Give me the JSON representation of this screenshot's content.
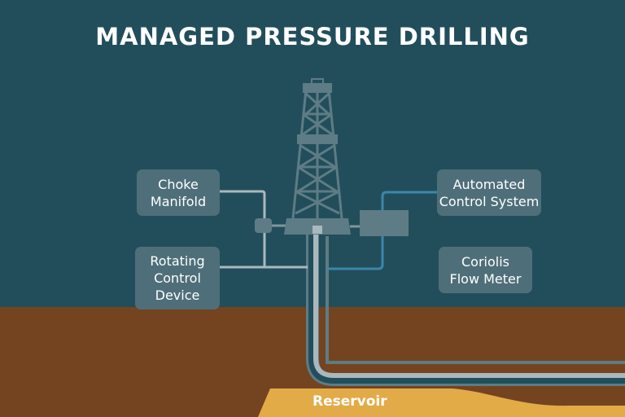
{
  "title": "MANAGED PRESSURE DRILLING",
  "labels": {
    "choke_manifold": "Choke\nManifold",
    "rotating_control_device": "Rotating\nControl\nDevice",
    "automated_control_system": "Automated\nControl System",
    "coriolis_flow_meter": "Coriolis\nFlow Meter",
    "reservoir": "Reservoir"
  },
  "colors": {
    "sky": "#224e5c",
    "ground": "#744320",
    "reservoir": "#e2ab48",
    "structure": "#5e7c85",
    "control_line": "#3b87a8",
    "pipe_light": "#aab8bd"
  }
}
